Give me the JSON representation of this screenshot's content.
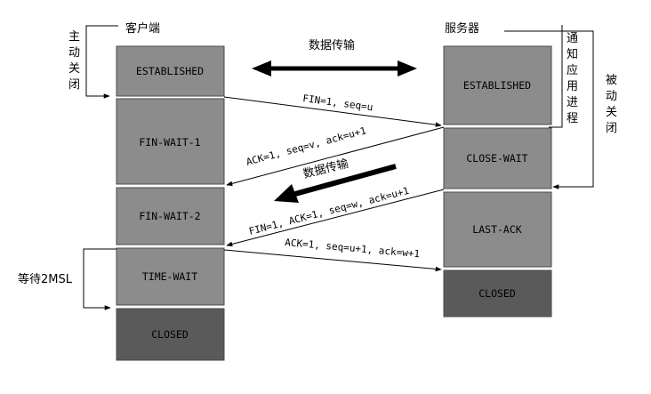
{
  "client": {
    "title": "客户端",
    "active_close": [
      "主",
      "动",
      "关",
      "闭"
    ],
    "wait_label": "等待2MSL",
    "states": [
      "ESTABLISHED",
      "FIN-WAIT-1",
      "FIN-WAIT-2",
      "TIME-WAIT",
      "CLOSED"
    ]
  },
  "server": {
    "title": "服务器",
    "notify_app": [
      "通",
      "知",
      "应",
      "用",
      "进",
      "程"
    ],
    "passive_close": [
      "被",
      "动",
      "关",
      "闭"
    ],
    "states": [
      "ESTABLISHED",
      "CLOSE-WAIT",
      "LAST-ACK",
      "CLOSED"
    ]
  },
  "data_transfer_top": "数据传输",
  "data_transfer_mid": "数据传输",
  "messages": {
    "fin1": "FIN=1, seq=u",
    "ack1": "ACK=1, seq=v, ack=u+1",
    "fin2": "FIN=1, ACK=1, seq=w, ack=u+1",
    "ack2": "ACK=1, seq=u+1, ack=w+1"
  },
  "colors": {
    "box_light": "#8c8c8c",
    "box_dark": "#5a5a5a",
    "box_border": "#4a4a4a",
    "line": "#000000"
  }
}
